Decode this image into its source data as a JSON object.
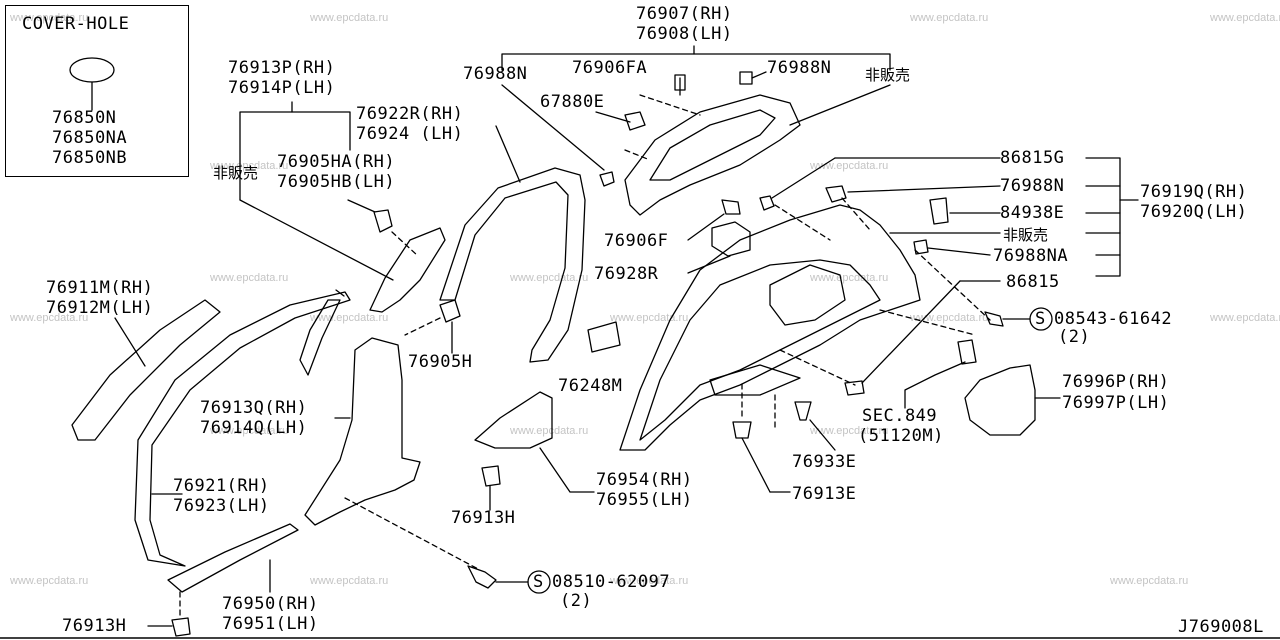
{
  "watermark": "www.epcdata.ru",
  "cover_box": {
    "title": "COVER-HOLE",
    "parts": [
      "76850N",
      "76850NA",
      "76850NB"
    ]
  },
  "callouts": {
    "p76907": "76907(RH)",
    "p76908": "76908(LH)",
    "p76988n_a": "76988N",
    "p76906fa": "76906FA",
    "p76988n_b": "76988N",
    "hihanbai_a": "非販売",
    "p67880e": "67880E",
    "p76913p": "76913P(RH)",
    "p76914p": "76914P(LH)",
    "p76922r": "76922R(RH)",
    "p76924": "76924 (LH)",
    "hihanbai_b": "非販売",
    "p76905ha": "76905HA(RH)",
    "p76905hb": "76905HB(LH)",
    "p86815g": "86815G",
    "p76988n_c": "76988N",
    "p76919q": "76919Q(RH)",
    "p76920q": "76920Q(LH)",
    "p84938e": "84938E",
    "hihanbai_c": "非販売",
    "p76988na": "76988NA",
    "p86815": "86815",
    "p76906f": "76906F",
    "p76928r": "76928R",
    "p76911m": "76911M(RH)",
    "p76912m": "76912M(LH)",
    "p08543": "08543-61642",
    "q08543": "(2)",
    "p76905h": "76905H",
    "p76248m": "76248M",
    "p76996p": "76996P(RH)",
    "p76997p": "76997P(LH)",
    "sec849": "SEC.849",
    "sec849_ref": "(51120M)",
    "p76913q": "76913Q(RH)",
    "p76914q": "76914Q(LH)",
    "p76933e": "76933E",
    "p76921": "76921(RH)",
    "p76923": "76923(LH)",
    "p76954": "76954(RH)",
    "p76955": "76955(LH)",
    "p76913e": "76913E",
    "p76913h_a": "76913H",
    "p08510": "08510-62097",
    "q08510": "(2)",
    "p76950": "76950(RH)",
    "p76951": "76951(LH)",
    "p76913h_b": "76913H",
    "diagram_code": "J769008L"
  },
  "symbols": {
    "screw_marker": "S"
  }
}
